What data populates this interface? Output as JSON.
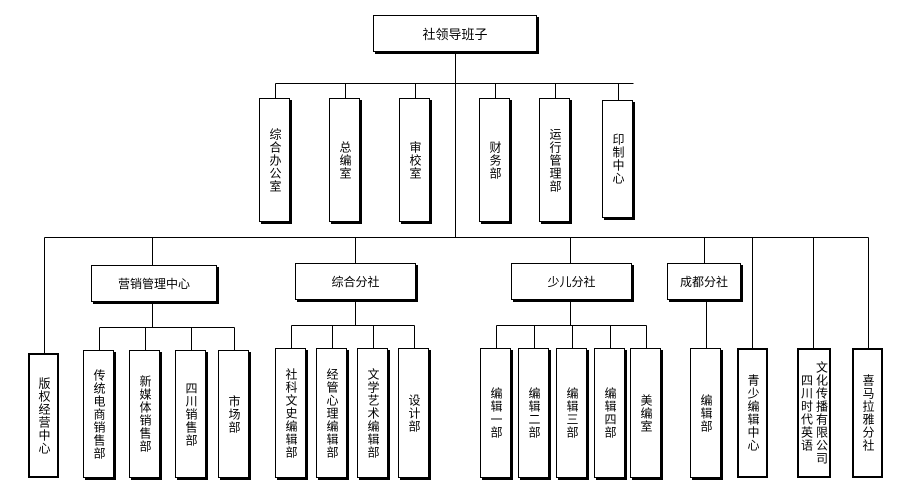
{
  "diagram": {
    "root": "社领导班子",
    "offices": [
      "综合办公室",
      "总编室",
      "审校室",
      "财务部",
      "运行管理部",
      "印制中心"
    ],
    "centers": {
      "marketing": "营销管理中心",
      "general_branch": "综合分社",
      "children_branch": "少儿分社",
      "chengdu_branch": "成都分社"
    },
    "standalone": {
      "copyright": "版权经营中心",
      "youth": "青少编辑中心",
      "culture_company": [
        "文化传播有限公司",
        "四川时代英语"
      ],
      "himalaya": "喜马拉雅分社"
    },
    "marketing_units": [
      "传统电商销售部",
      "新媒体销售部",
      "四川销售部",
      "市场部"
    ],
    "general_units": [
      "社科文史编辑部",
      "经管心理编辑部",
      "文学艺术编辑部",
      "设计部"
    ],
    "children_units": [
      "编辑一部",
      "编辑二部",
      "编辑三部",
      "编辑四部",
      "美编室"
    ],
    "chengdu_units": [
      "编辑部"
    ]
  }
}
